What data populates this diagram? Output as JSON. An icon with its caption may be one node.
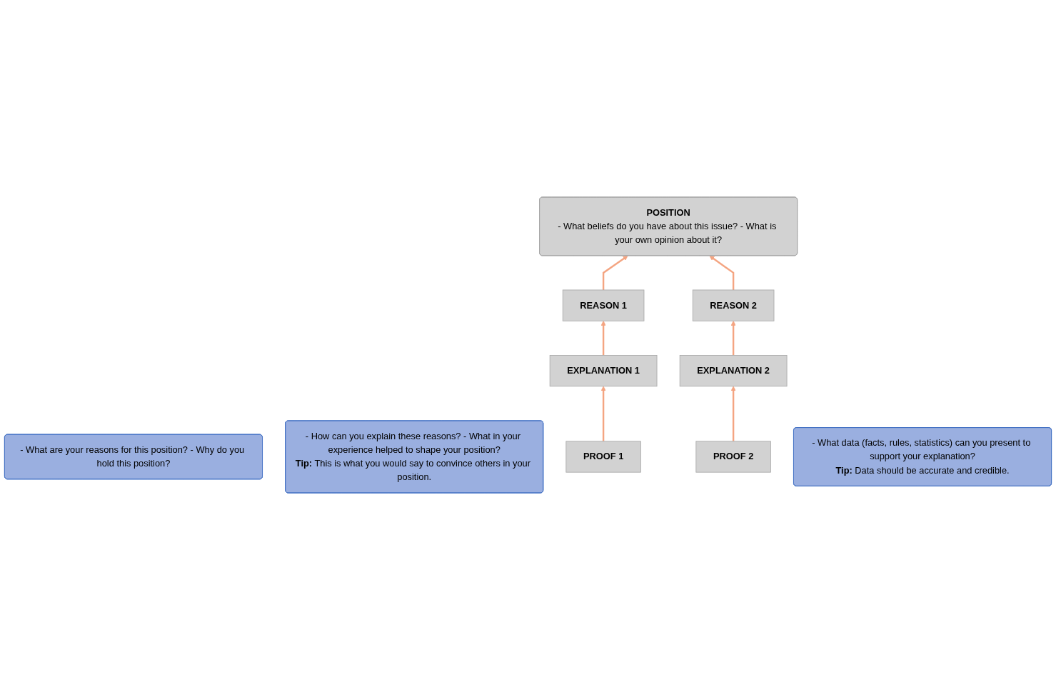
{
  "diagram": {
    "nodes": [
      {
        "text": [
          "POSITION",
          "- What beliefs do you have about this issue? - What is your own opinion about it?"
        ]
      },
      {
        "text": [
          "REASON 1"
        ]
      },
      {
        "text": [
          "REASON 2"
        ]
      },
      {
        "text": [
          "- What are your reasons for this position? - Why do you hold this position?"
        ]
      },
      {
        "text": [
          "EXPLANATION 1"
        ]
      },
      {
        "text": [
          "EXPLANATION 2"
        ]
      },
      {
        "text": [
          "- How can you explain these reasons? - What in your experience helped to shape your position?",
          "**Tip:** This is what you would say to convince others in your position."
        ]
      },
      {
        "text": [
          "PROOF 1"
        ]
      },
      {
        "text": [
          "PROOF 2"
        ]
      },
      {
        "text": [
          "- What data (facts, rules, statistics) can you present to support your explanation?",
          "**Tip:** Data should be accurate and credible."
        ]
      }
    ],
    "edges": [
      {
        "from": 1,
        "to": 0,
        "arrow": "to"
      },
      {
        "from": 2,
        "to": 0,
        "arrow": "to"
      },
      {
        "from": 4,
        "to": 1,
        "arrow": "to"
      },
      {
        "from": 5,
        "to": 2,
        "arrow": "to"
      },
      {
        "from": 7,
        "to": 4,
        "arrow": "to"
      },
      {
        "from": 8,
        "to": 5,
        "arrow": "to"
      }
    ]
  }
}
